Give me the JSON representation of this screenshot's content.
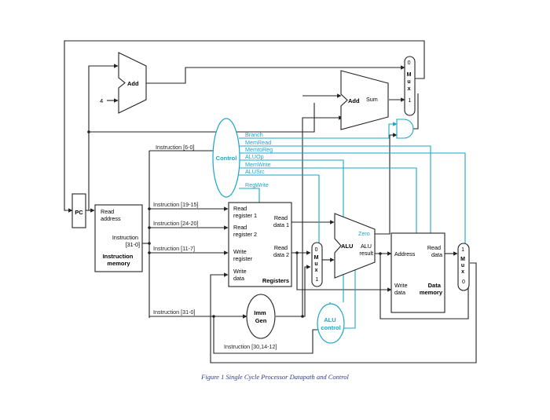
{
  "colors": {
    "datapath": "#222222",
    "control": "#1aa5c8"
  },
  "components": {
    "pc": "PC",
    "imem": {
      "read_address": [
        "Read",
        "address"
      ],
      "instruction": [
        "Instruction",
        "[31-0]"
      ],
      "title": [
        "Instruction",
        "memory"
      ]
    },
    "add_top": "Add",
    "four": "4",
    "add_branch": {
      "label": "Add",
      "sum": "Sum"
    },
    "mux_pc": [
      "0",
      "M",
      "u",
      "x",
      "1"
    ],
    "control": "Control",
    "registers": {
      "read_reg1": [
        "Read",
        "register 1"
      ],
      "read_reg2": [
        "Read",
        "register 2"
      ],
      "write_reg": [
        "Write",
        "register"
      ],
      "write_data": [
        "Write",
        "data"
      ],
      "read_data1": [
        "Read",
        "data 1"
      ],
      "read_data2": [
        "Read",
        "data 2"
      ],
      "title": "Registers"
    },
    "mux_alu": [
      "0",
      "M",
      "u",
      "x",
      "1"
    ],
    "alu": {
      "label": "ALU",
      "result": [
        "ALU",
        "result"
      ],
      "zero": "Zero"
    },
    "data_memory": {
      "address": "Address",
      "read_data": [
        "Read",
        "data"
      ],
      "write_data": [
        "Write",
        "data"
      ],
      "title": [
        "Data",
        "memory"
      ]
    },
    "mux_mem": [
      "1",
      "M",
      "u",
      "x",
      "0"
    ],
    "imm_gen": [
      "Imm",
      "Gen"
    ],
    "alu_control": [
      "ALU",
      "control"
    ]
  },
  "control_signals": [
    "Branch",
    "MemRead",
    "MemtoReg",
    "ALUOp",
    "MemWrite",
    "ALUSrc",
    "RegWrite"
  ],
  "instruction_fields": {
    "f6_0": "Instruction [6-0]",
    "f19_15": "Instruction [19-15]",
    "f24_20": "Instruction [24-20]",
    "f11_7": "Instruction [11-7]",
    "f31_0": "Instruction [31-0]",
    "f30_14_12": "Instruction [30,14-12]"
  },
  "caption": "Figure 1 Single Cycle Processor Datapath and Control"
}
